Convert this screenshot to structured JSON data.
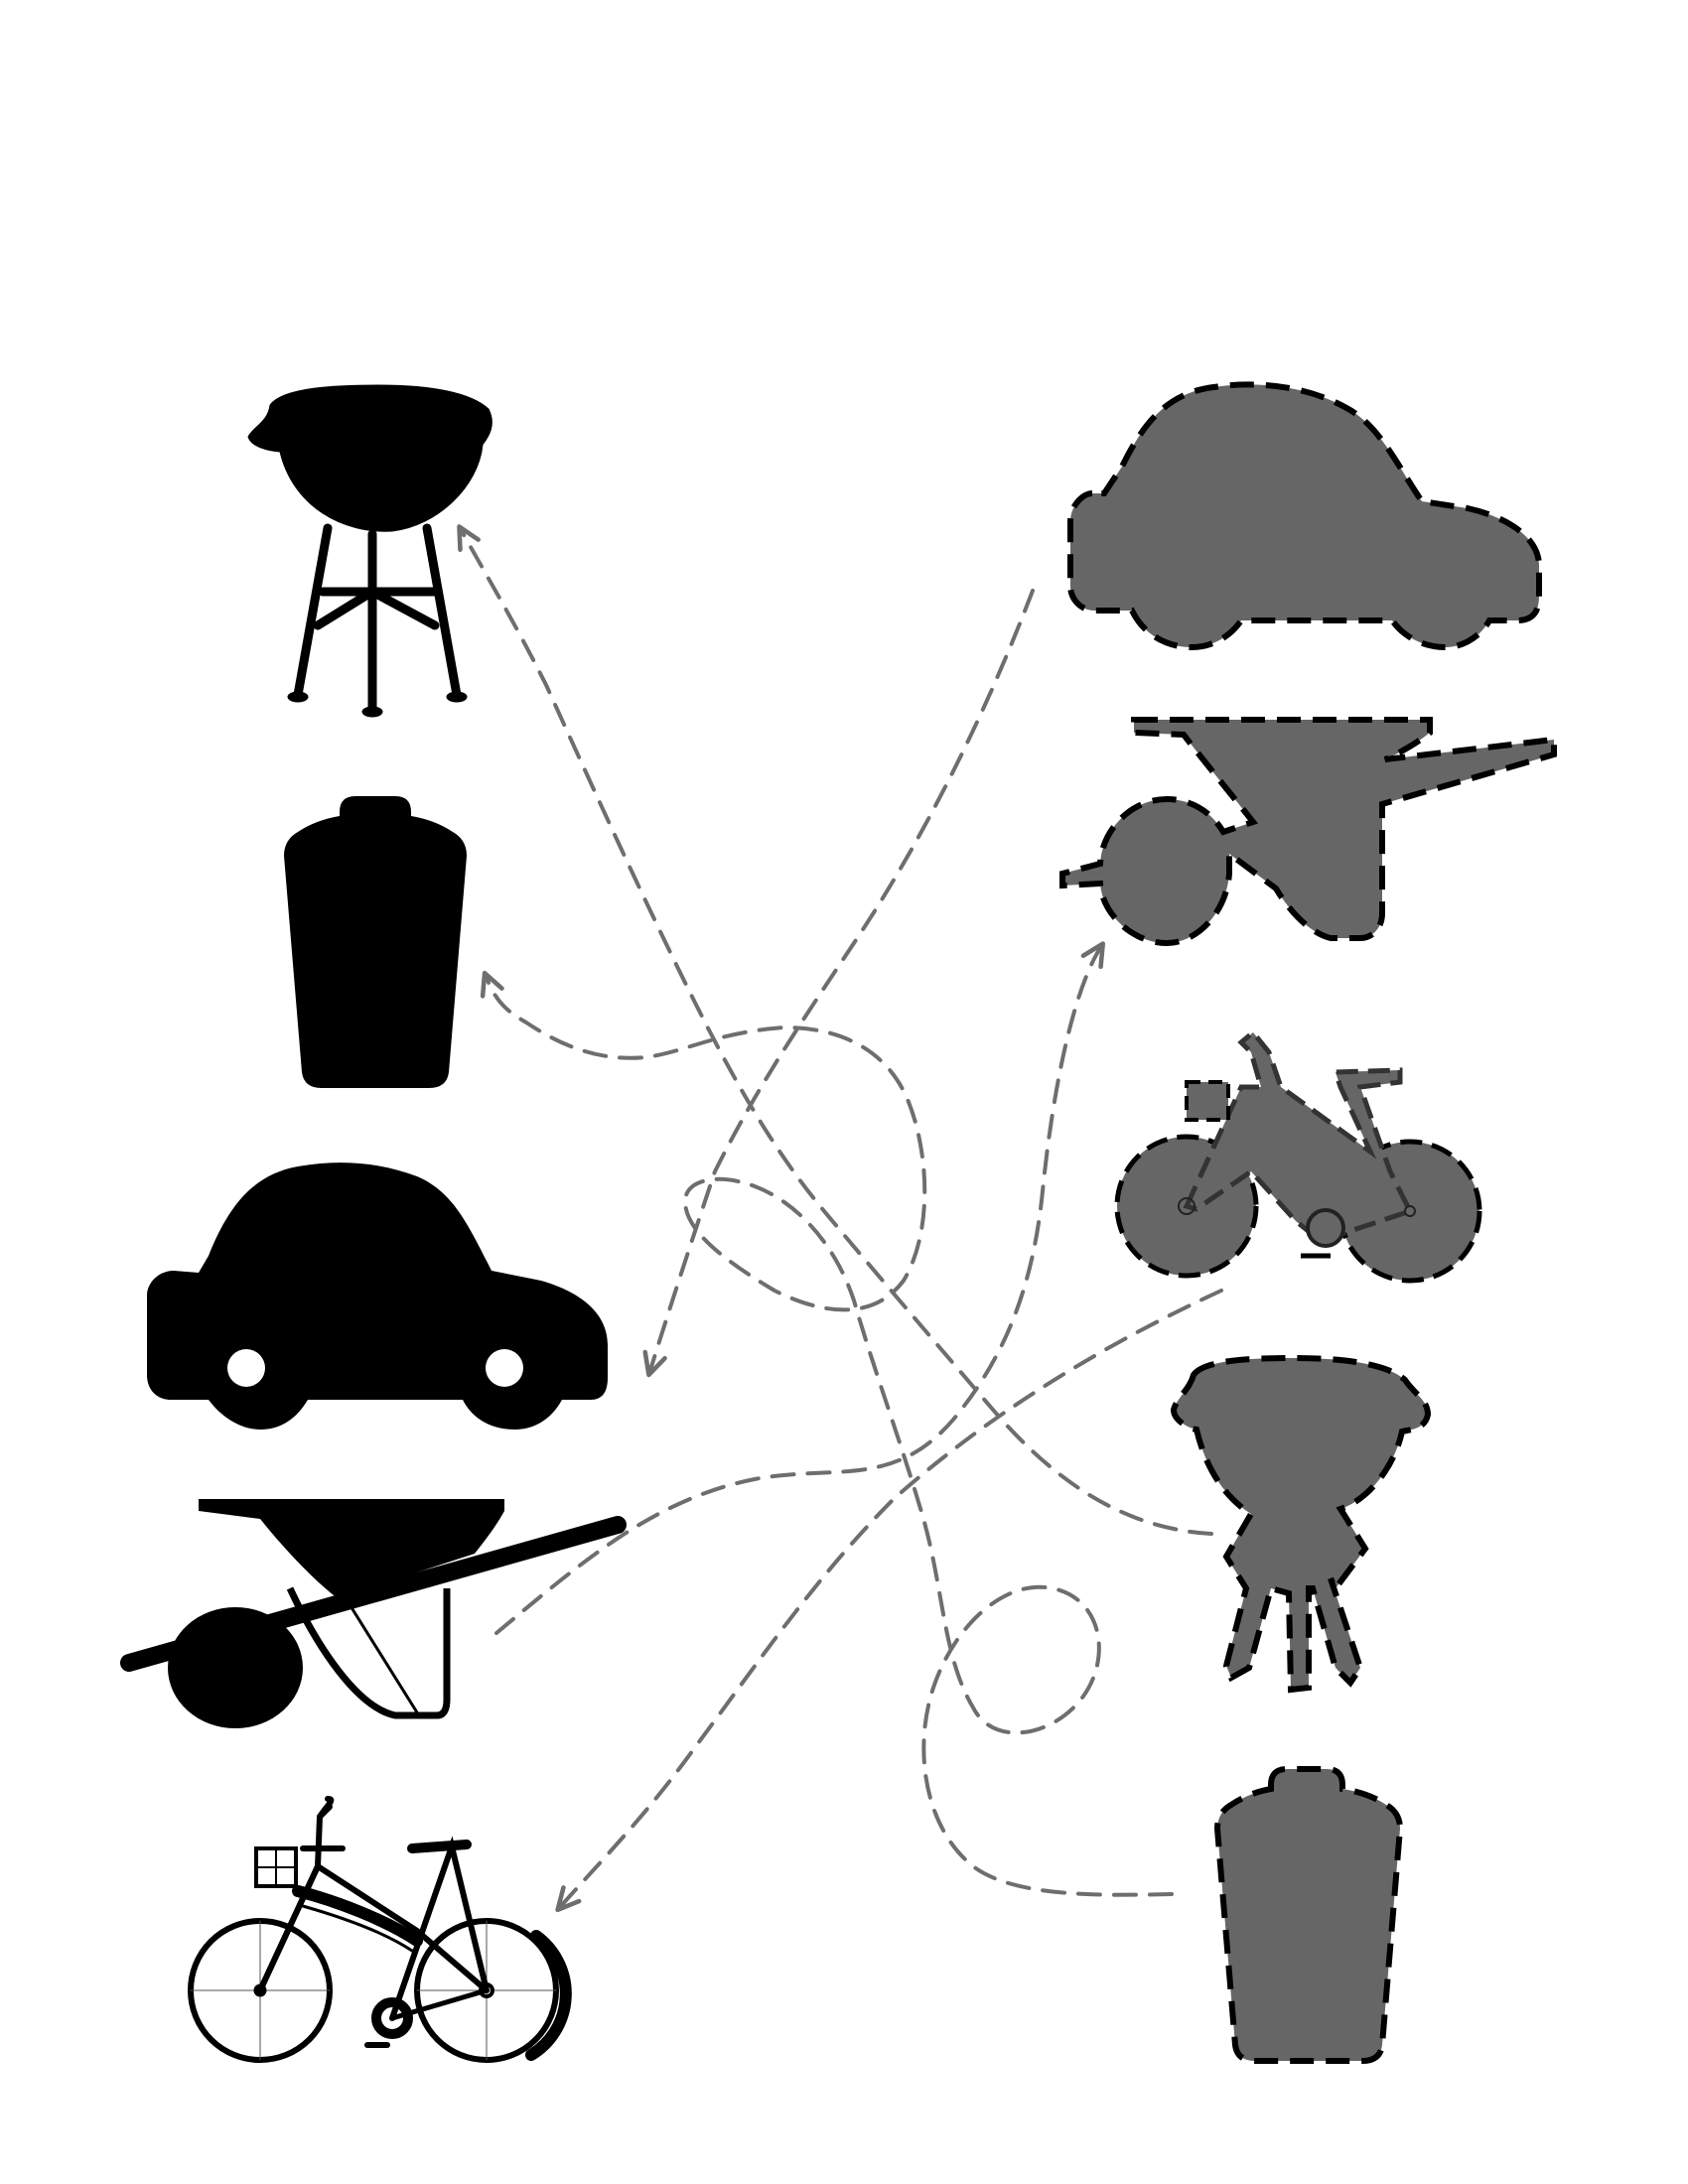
{
  "colors": {
    "background": "#ffffff",
    "silhouette": "#000000",
    "shadow_fill": "#666666",
    "shadow_outline": "#000000",
    "path_line": "#6e6e6e"
  },
  "left_objects": [
    {
      "id": "grill",
      "icon": "grill-icon"
    },
    {
      "id": "trash-can",
      "icon": "trash-can-icon"
    },
    {
      "id": "car",
      "icon": "car-icon"
    },
    {
      "id": "wheelbarrow",
      "icon": "wheelbarrow-icon"
    },
    {
      "id": "bicycle",
      "icon": "bicycle-icon"
    }
  ],
  "right_shadows": [
    {
      "id": "car",
      "icon": "car-shadow-icon"
    },
    {
      "id": "wheelbarrow",
      "icon": "wheelbarrow-shadow-icon"
    },
    {
      "id": "bicycle",
      "icon": "bicycle-shadow-icon"
    },
    {
      "id": "grill",
      "icon": "grill-shadow-icon"
    },
    {
      "id": "trash-can",
      "icon": "trash-can-shadow-icon"
    }
  ],
  "matches": [
    {
      "from_shadow": "car",
      "to_object": "car"
    },
    {
      "from_shadow": "wheelbarrow",
      "to_object": "wheelbarrow"
    },
    {
      "from_shadow": "bicycle",
      "to_object": "bicycle"
    },
    {
      "from_shadow": "grill",
      "to_object": "grill"
    },
    {
      "from_shadow": "trash-can",
      "to_object": "trash-can"
    }
  ]
}
